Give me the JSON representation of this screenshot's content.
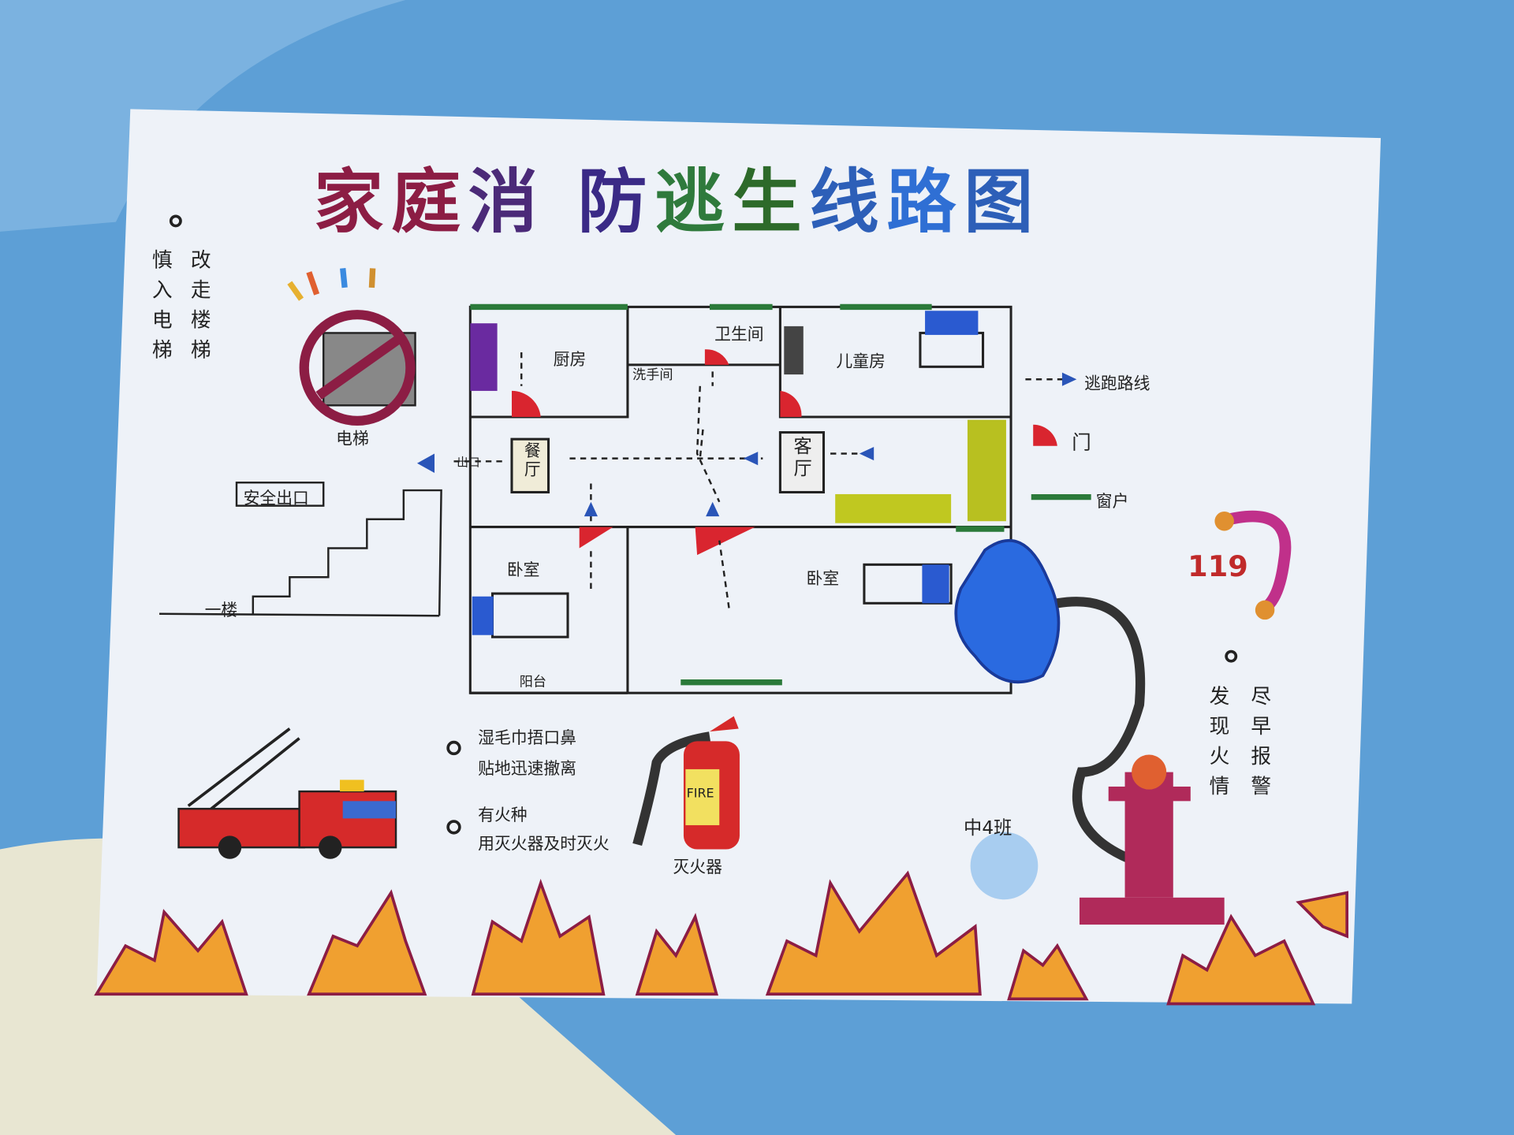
{
  "title": {
    "chars": [
      "家",
      "庭",
      "消",
      "防",
      "逃",
      "生",
      "线",
      "路",
      "图"
    ],
    "colors": [
      "#8c1d44",
      "#8c1d44",
      "#4b2a78",
      "#3a2a86",
      "#2f7a3c",
      "#2d6a2a",
      "#2d5fb8",
      "#2f6fd4",
      "#2d5fb8"
    ]
  },
  "elevator_tip": {
    "col1": "慎入电梯",
    "col2": "改走楼梯"
  },
  "elevator_label": "电梯",
  "exit_label": "安全出口",
  "exit_arrow_label": "出口",
  "floor_label": "一楼",
  "rooms": {
    "kitchen": "厨房",
    "bathroom": "卫生间",
    "washroom": "洗手间",
    "kids_room": "儿童房",
    "dining": "餐厅",
    "living": "客厅",
    "bedroom_left": "卧室",
    "bedroom_right": "卧室",
    "balcony": "阳台"
  },
  "legend": {
    "route": "逃跑路线",
    "door": "门",
    "window": "窗户"
  },
  "tips": {
    "towel": [
      "湿毛巾捂口鼻",
      "贴地迅速撤离"
    ],
    "extinguish": [
      "有火种",
      "用灭火器及时灭火"
    ],
    "report": {
      "col1": "发现火情",
      "col2": "尽早报警"
    }
  },
  "extinguisher": {
    "label": "灭火器",
    "tag": "FIRE"
  },
  "phone_number": "119",
  "class_name": "中4班",
  "colors": {
    "paper": "#eef2f8",
    "background": "#5d9fd6",
    "flame": "#f0a030",
    "door": "#d9252f",
    "window": "#2b7a3a",
    "route": "#2a55b8"
  }
}
